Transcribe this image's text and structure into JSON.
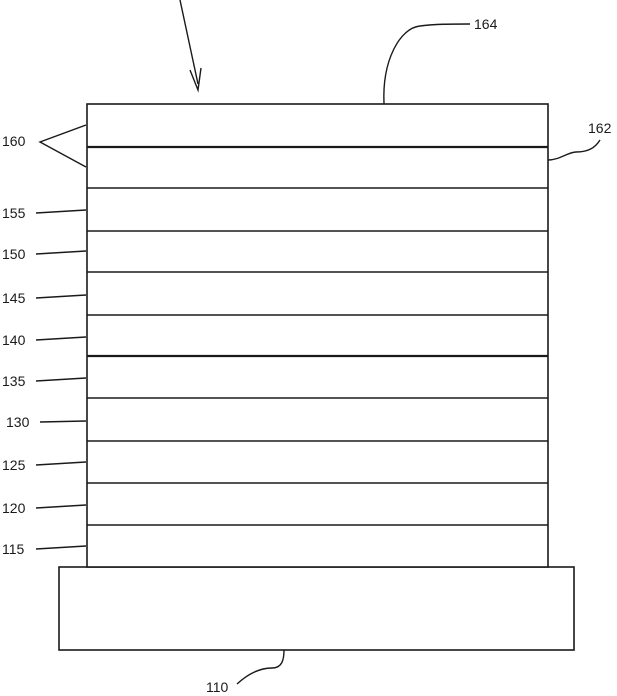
{
  "labels": {
    "l164": "164",
    "l162": "162",
    "l160": "160",
    "l155": "155",
    "l150": "150",
    "l145": "145",
    "l140": "140",
    "l135": "135",
    "l130": "130",
    "l125": "125",
    "l120": "120",
    "l115": "115",
    "l110": "110"
  }
}
